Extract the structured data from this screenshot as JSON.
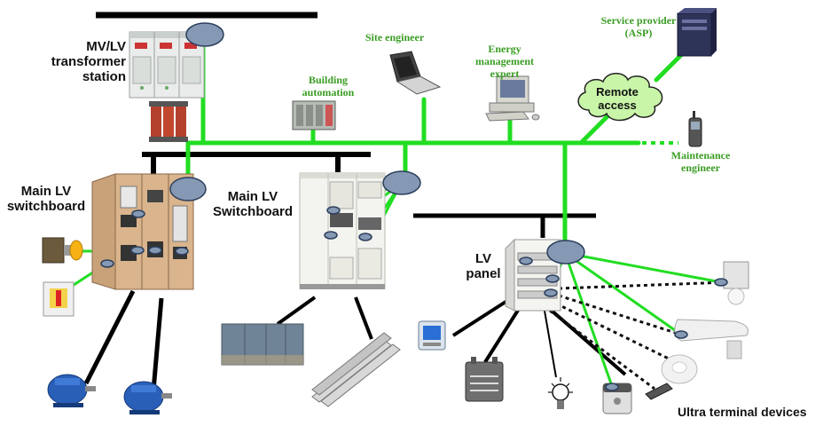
{
  "labels": {
    "mvlv_station": [
      "MV/LV",
      "transformer",
      "station"
    ],
    "main_lv_switchboard_left": [
      "Main LV",
      "switchboard"
    ],
    "main_lv_switchboard_center": [
      "Main LV",
      "Switchboard"
    ],
    "lv_panel": [
      "LV",
      "panel"
    ],
    "site_engineer": "Site engineer",
    "building_automation": [
      "Building",
      "automation"
    ],
    "energy_expert": [
      "Energy",
      "management",
      "expert"
    ],
    "service_provider": [
      "Service provider",
      "(ASP)"
    ],
    "remote_access": [
      "Remote",
      "access"
    ],
    "maintenance_engineer": [
      "Maintenance",
      "engineer"
    ],
    "ultra_terminal_devices": "Ultra terminal devices"
  },
  "colors": {
    "network_green": "#22dd22",
    "label_green": "#3a9d23",
    "power_black": "#000000",
    "node_fill": "#8598b4",
    "node_stroke": "#2b3f5c",
    "cloud_fill": "#c8f5a8"
  }
}
